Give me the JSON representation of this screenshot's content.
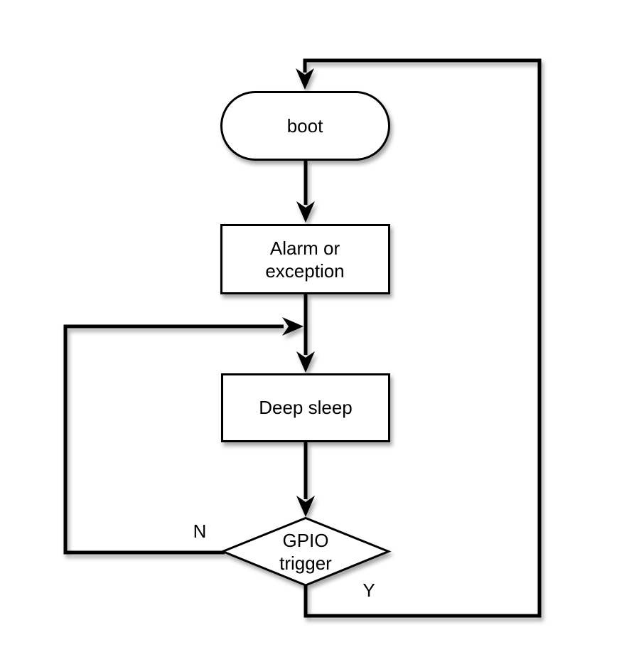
{
  "diagram": {
    "type": "flowchart",
    "background_color": "#ffffff",
    "stroke_color": "#000000",
    "node_fill_color": "#ffffff",
    "nodes": [
      {
        "id": "boot",
        "shape": "terminator",
        "label": "boot"
      },
      {
        "id": "alarm-or-exception",
        "shape": "process",
        "label": "Alarm or exception"
      },
      {
        "id": "deep-sleep",
        "shape": "process",
        "label": "Deep sleep"
      },
      {
        "id": "gpio-trigger",
        "shape": "decision",
        "label": "GPIO trigger"
      }
    ],
    "edges": [
      {
        "from": "gpio-trigger",
        "to": "boot",
        "label": "Y"
      },
      {
        "from": "boot",
        "to": "alarm-or-exception",
        "label": ""
      },
      {
        "from": "alarm-or-exception",
        "to": "deep-sleep",
        "label": ""
      },
      {
        "from": "deep-sleep",
        "to": "gpio-trigger",
        "label": ""
      },
      {
        "from": "gpio-trigger",
        "to": "deep-sleep",
        "label": "N"
      }
    ],
    "branch_labels": {
      "no": "N",
      "yes": "Y"
    }
  }
}
